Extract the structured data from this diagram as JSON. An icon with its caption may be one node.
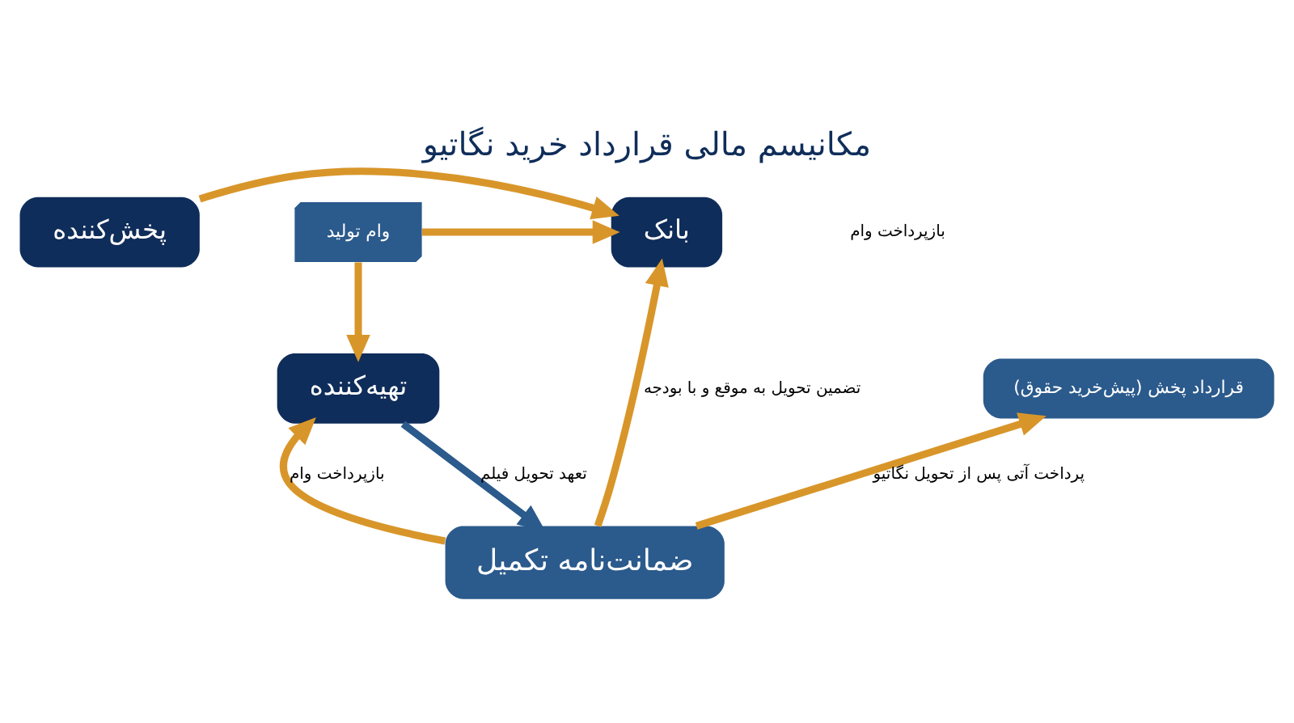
{
  "diagram": {
    "title": "مکانیسم مالی قرارداد خرید نگاتیو",
    "nodes": [
      {
        "text": [
          "پخش‌کننده"
        ]
      },
      {
        "text": [
          "بانک"
        ]
      },
      {
        "text": [
          "وام تولید"
        ]
      },
      {
        "text": [
          "قرارداد پخش (پیش‌خرید حقوق)"
        ]
      },
      {
        "text": [
          "تهیه‌کننده"
        ]
      },
      {
        "text": [
          "ضمانت‌نامه تکمیل"
        ]
      }
    ],
    "edges": [
      {
        "from": 0,
        "to": 1,
        "arrow": "to"
      },
      {
        "from": 2,
        "to": 1,
        "arrow": "to"
      },
      {
        "from": 2,
        "to": 4,
        "arrow": "to"
      },
      {
        "from": 5,
        "to": 1,
        "arrow": "to",
        "label": "تضمین تحویل به موقع و با بودجه"
      },
      {
        "from": 5,
        "to": 4,
        "arrow": "to",
        "label": "بازپرداخت وام"
      },
      {
        "from": 4,
        "to": 5,
        "arrow": "to",
        "label": "تعهد تحویل فیلم",
        "color": "#2b5a8c"
      },
      {
        "from": 5,
        "to": 3,
        "arrow": "to",
        "label": "پرداخت آتی پس از تحویل نگاتیو"
      }
    ],
    "labels": [
      "بازپرداخت وام"
    ]
  }
}
